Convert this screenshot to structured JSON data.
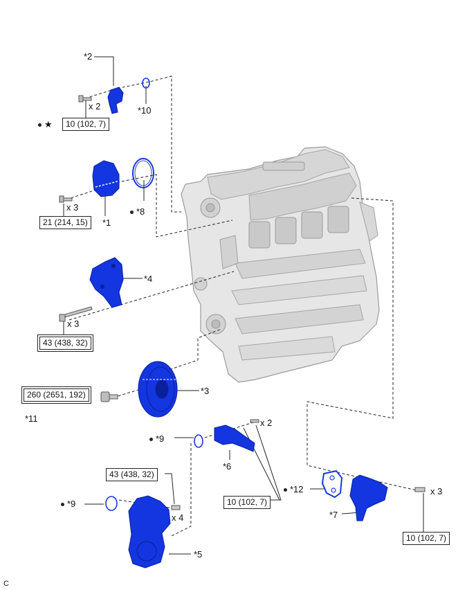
{
  "colors": {
    "part": "#1436e0",
    "part_dark": "#0a1f9a",
    "engine": "#e6e6e6",
    "engine_edge": "#9a9a9a",
    "line": "#222222"
  },
  "callouts": {
    "c1": "*1",
    "c2": "*2",
    "c3": "*3",
    "c4": "*4",
    "c5": "*5",
    "c6": "*6",
    "c7": "*7",
    "c8": "*8",
    "c9a": "*9",
    "c9b": "*9",
    "c10": "*10",
    "c11": "*11",
    "c12": "*12"
  },
  "quantities": {
    "q2": "x 2",
    "q1": "x 3",
    "q4": "x 3",
    "q6": "x 2",
    "q5": "x 4",
    "q7": "x 3"
  },
  "torques": {
    "t2": "10 (102, 7)",
    "t1": "21 (214, 15)",
    "t4": "43 (438, 32)",
    "t3": "260 (2651, 192)",
    "t5": "43 (438, 32)",
    "t6": "10 (102, 7)",
    "t7": "10 (102, 7)"
  },
  "symbols": {
    "star": "★"
  },
  "footer": {
    "code": "C"
  }
}
